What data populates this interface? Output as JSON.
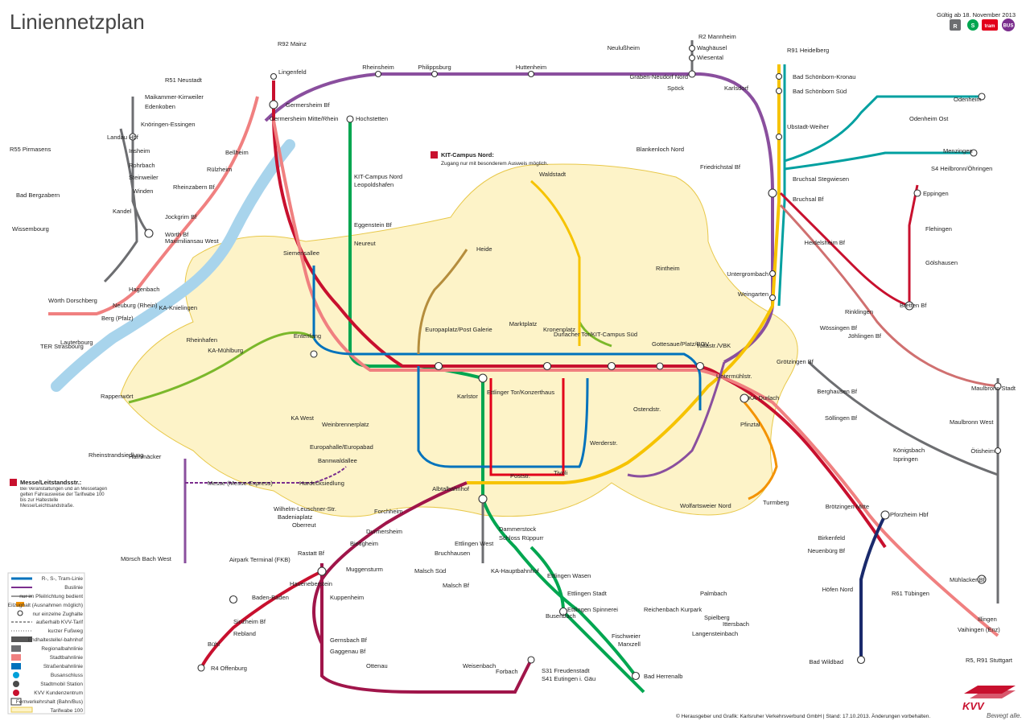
{
  "title": "Liniennetzplan",
  "valid_from": "Gültig ab 18. November 2013",
  "mode_badges": [
    {
      "label": "R",
      "color": "#6d6e71"
    },
    {
      "label": "S",
      "color": "#00a650"
    },
    {
      "label": "tram",
      "color": "#e2001a"
    },
    {
      "label": "BUS",
      "color": "#7b2e8e"
    }
  ],
  "line_colors": {
    "S1": "#00a650",
    "S11": "#00a650",
    "S2": "#8a4f9e",
    "S3": "#f6c300",
    "S31": "#00a0a0",
    "S32": "#00a0a0",
    "S33": "#8a4f9e",
    "S4": "#c8102e",
    "S41": "#c8102e",
    "S5": "#f08080",
    "S51": "#f08080",
    "S52": "#f08080",
    "S6": "#1a2a6c",
    "tram": "#0072bc",
    "R": "#6d6e71",
    "tram2": "#0072bc",
    "tram3": "#b58d3d",
    "tram4": "#f6c300",
    "tram5": "#00a3d9",
    "tram6": "#7bb82b",
    "tram8": "#f39200"
  },
  "map_labels": [
    {
      "id": "wagh",
      "text": "Waghäusel"
    },
    {
      "id": "wies",
      "text": "Wiesental"
    },
    {
      "id": "grab",
      "text": "Graben-Neudorf Nord"
    },
    {
      "id": "phil",
      "text": "Philippsburg"
    },
    {
      "id": "rhsh",
      "text": "Rheinsheim"
    },
    {
      "id": "hutt",
      "text": "Huttenheim"
    },
    {
      "id": "spock",
      "text": "Spöck"
    },
    {
      "id": "kar",
      "text": "Karlsdorf"
    },
    {
      "id": "bruchsal",
      "text": "Bruchsal Bf"
    },
    {
      "id": "germ",
      "text": "Germersheim Bf"
    },
    {
      "id": "germm",
      "text": "Germersheim Mitte/Rhein"
    },
    {
      "id": "lingen",
      "text": "Lingenfeld"
    },
    {
      "id": "landau",
      "text": "Landau Hbf"
    },
    {
      "id": "worth",
      "text": "Wörth Bf"
    },
    {
      "id": "lauter",
      "text": "Lauterbourg"
    },
    {
      "id": "wiss",
      "text": "Wissembourg"
    },
    {
      "id": "hochst",
      "text": "Hochstetten"
    },
    {
      "id": "kit",
      "text": "KIT-Campus Nord"
    },
    {
      "id": "neureut",
      "text": "Neureut"
    },
    {
      "id": "kahbf",
      "text": "KA-Hauptbahnhof"
    },
    {
      "id": "kadur",
      "text": "KA-Durlach"
    },
    {
      "id": "ettl",
      "text": "Ettlingen Stadt"
    },
    {
      "id": "rastatt",
      "text": "Rastatt Bf"
    },
    {
      "id": "badenb",
      "text": "Baden-Baden"
    },
    {
      "id": "pforz",
      "text": "Pforzheim Hbf"
    },
    {
      "id": "muhl",
      "text": "Mühlacker Bf"
    },
    {
      "id": "bretten",
      "text": "Bretten Bf"
    },
    {
      "id": "eppingen",
      "text": "Eppingen"
    },
    {
      "id": "menz",
      "text": "Menzingen"
    },
    {
      "id": "oden",
      "text": "Odenheim"
    },
    {
      "id": "bschk",
      "text": "Bad Schönborn-Kronau"
    },
    {
      "id": "bschs",
      "text": "Bad Schönborn Süd"
    },
    {
      "id": "ubst",
      "text": "Ubstadt-Weiher"
    },
    {
      "id": "bruchsg",
      "text": "Bruchsal Stegwiesen"
    },
    {
      "id": "weing",
      "text": "Weingarten"
    },
    {
      "id": "unterg",
      "text": "Untergrombach"
    },
    {
      "id": "marktp",
      "text": "Marktplatz"
    },
    {
      "id": "europa",
      "text": "Europaplatz/Post Galerie"
    },
    {
      "id": "kronen",
      "text": "Kronenplatz"
    },
    {
      "id": "durltor",
      "text": "Durlacher Tor/KIT-Campus Süd"
    },
    {
      "id": "gottes",
      "text": "Gottesaue/Platz/BGV"
    },
    {
      "id": "tulla",
      "text": "Tullastr./VBK"
    },
    {
      "id": "entenfang",
      "text": "Entenfang"
    },
    {
      "id": "kamuhl",
      "text": "KA-Mühlburg"
    },
    {
      "id": "kawest",
      "text": "KA West"
    },
    {
      "id": "kaknie",
      "text": "KA-Knielingen"
    },
    {
      "id": "rhein",
      "text": "Rheinhafen"
    },
    {
      "id": "karlstor",
      "text": "Karlstor"
    },
    {
      "id": "ettltor",
      "text": "Ettlinger Tor/Konzerthaus"
    },
    {
      "id": "albtal",
      "text": "Albtalbahnhof"
    },
    {
      "id": "poststr",
      "text": "Poststr."
    },
    {
      "id": "tivoli",
      "text": "Tivoli"
    },
    {
      "id": "werder",
      "text": "Werderstr."
    },
    {
      "id": "ostendstr",
      "text": "Ostendstr."
    },
    {
      "id": "rintheim",
      "text": "Rintheim"
    },
    {
      "id": "waldstadt",
      "text": "Waldstadt"
    },
    {
      "id": "heide",
      "text": "Heide"
    },
    {
      "id": "siemens",
      "text": "Siemensallee"
    },
    {
      "id": "rheinstr",
      "text": "Rheinstrandsiedlung"
    },
    {
      "id": "messe",
      "text": "Messe (Messe-Express)"
    },
    {
      "id": "oberr",
      "text": "Oberreut"
    },
    {
      "id": "wolfarts",
      "text": "Wolfartsweier Nord"
    },
    {
      "id": "turmberg",
      "text": "Turmberg"
    },
    {
      "id": "bietigheim",
      "text": "Bietigheim"
    },
    {
      "id": "durmersheim",
      "text": "Durmersheim"
    },
    {
      "id": "malsch",
      "text": "Malsch Bf"
    },
    {
      "id": "forchheim",
      "text": "Forchheim"
    },
    {
      "id": "busenbach",
      "text": "Busenbach"
    },
    {
      "id": "badherrenalb",
      "text": "Bad Herrenalb"
    },
    {
      "id": "ittersbach",
      "text": "Ittersbach"
    },
    {
      "id": "forbach",
      "text": "Forbach"
    },
    {
      "id": "freudenstadt",
      "text": "S31 Freudenstadt"
    },
    {
      "id": "freud2",
      "text": "S41 Eutingen i. Gäu"
    },
    {
      "id": "buhl",
      "text": "Bühl"
    },
    {
      "id": "sinzheim",
      "text": "Sinzheim Bf"
    },
    {
      "id": "rebland",
      "text": "Rebland"
    },
    {
      "id": "haueneb",
      "text": "Haueneberstein"
    },
    {
      "id": "airpark",
      "text": "Airpark Terminal (FKB)"
    },
    {
      "id": "badwildbad",
      "text": "Bad Wildbad"
    },
    {
      "id": "hofen",
      "text": "Höfen Nord"
    },
    {
      "id": "neuenburg",
      "text": "Neuenbürg Bf"
    },
    {
      "id": "bir",
      "text": "Birkenfeld"
    },
    {
      "id": "brotz",
      "text": "Brötzingen Mitte"
    },
    {
      "id": "ittersb2",
      "text": "Ispringen"
    },
    {
      "id": "konigs",
      "text": "Königsbach"
    },
    {
      "id": "sollingen",
      "text": "Söllingen Bf"
    },
    {
      "id": "grotzingen",
      "text": "Grötzingen Bf"
    },
    {
      "id": "berghausen",
      "text": "Berghausen Bf"
    },
    {
      "id": "wossingen",
      "text": "Wössingen Bf"
    },
    {
      "id": "jol",
      "text": "Jöhlingen Bf"
    },
    {
      "id": "otisheim",
      "text": "Ötisheim"
    },
    {
      "id": "maulbronn",
      "text": "Maulbronn Stadt"
    },
    {
      "id": "maulbronnw",
      "text": "Maulbronn West"
    },
    {
      "id": "goels",
      "text": "Gölshausen"
    },
    {
      "id": "flehingen",
      "text": "Flehingen"
    },
    {
      "id": "illingen",
      "text": "Illingen"
    },
    {
      "id": "vaihingen",
      "text": "Vaihingen (Enz)"
    },
    {
      "id": "neulust",
      "text": "Neulußheim"
    },
    {
      "id": "rinklingen",
      "text": "Rinklingen"
    },
    {
      "id": "heidelsheim",
      "text": "Heidelsheim Bf"
    },
    {
      "id": "menz2",
      "text": "Odenheim Ost"
    },
    {
      "id": "bhfnord",
      "text": "Blankenloch Nord"
    },
    {
      "id": "friedrichstal",
      "text": "Friedrichstal Bf"
    },
    {
      "id": "leopold",
      "text": "Leopoldshafen"
    },
    {
      "id": "eggenstein",
      "text": "Eggenstein Bf"
    },
    {
      "id": "maximil",
      "text": "Maximiliansau West"
    },
    {
      "id": "kandel",
      "text": "Kandel"
    },
    {
      "id": "winden",
      "text": "Winden"
    },
    {
      "id": "bellheim",
      "text": "Bellheim"
    },
    {
      "id": "rulzheim",
      "text": "Rülzheim"
    },
    {
      "id": "rheinzabern",
      "text": "Rheinzabern Bf"
    },
    {
      "id": "jockgrim",
      "text": "Jockgrim Bf"
    },
    {
      "id": "hagenbach",
      "text": "Hagenbach"
    },
    {
      "id": "neuburg",
      "text": "Neuburg (Rhein)"
    },
    {
      "id": "berg",
      "text": "Berg (Pfalz)"
    },
    {
      "id": "edenk",
      "text": "Edenkoben"
    },
    {
      "id": "knoring",
      "text": "Knöringen-Essingen"
    },
    {
      "id": "insheim",
      "text": "Insheim"
    },
    {
      "id": "rohrbach",
      "text": "Rohrbach"
    },
    {
      "id": "steinweiler",
      "text": "Steinweiler"
    },
    {
      "id": "bellr",
      "text": "Maikammer-Kirrweiler"
    },
    {
      "id": "badbergz",
      "text": "Bad Bergzabern"
    },
    {
      "id": "worthdorsch",
      "text": "Wörth Dorschberg"
    },
    {
      "id": "hammack",
      "text": "Hammäcker"
    },
    {
      "id": "morsch",
      "text": "Mörsch Bach West"
    },
    {
      "id": "rappenw",
      "text": "Rappenwört"
    },
    {
      "id": "weinbr",
      "text": "Weinbrennerplatz"
    },
    {
      "id": "europah",
      "text": "Europahalle/Europabad"
    },
    {
      "id": "bannwald",
      "text": "Bannwaldallee"
    },
    {
      "id": "hardeck",
      "text": "Hardecksiedlung"
    },
    {
      "id": "wilhelm",
      "text": "Wilhelm-Leuschner-Str."
    },
    {
      "id": "badenia",
      "text": "Badeniaplatz"
    },
    {
      "id": "dammers",
      "text": "Dammerstock"
    },
    {
      "id": "ruppurr",
      "text": "Schloss Rüppurr"
    },
    {
      "id": "ettlwest",
      "text": "Ettlingen West"
    },
    {
      "id": "bruchhausen",
      "text": "Bruchhausen"
    },
    {
      "id": "muggens",
      "text": "Muggensturm"
    },
    {
      "id": "malschsud",
      "text": "Malsch Süd"
    },
    {
      "id": "kuppenheim",
      "text": "Kuppenheim"
    },
    {
      "id": "gernsbach",
      "text": "Gernsbach Bf"
    },
    {
      "id": "weisenbach",
      "text": "Weisenbach"
    },
    {
      "id": "gaggenau",
      "text": "Gaggenau Bf"
    },
    {
      "id": "ottenau",
      "text": "Ottenau"
    },
    {
      "id": "marxzell",
      "text": "Marxzell"
    },
    {
      "id": "fischweier",
      "text": "Fischweier"
    },
    {
      "id": "spielberg",
      "text": "Spielberg"
    },
    {
      "id": "langen",
      "text": "Langensteinbach"
    },
    {
      "id": "reichenbach",
      "text": "Reichenbach Kurpark"
    },
    {
      "id": "spinnerei",
      "text": "Ettlingen Spinnerei"
    },
    {
      "id": "wattkopf",
      "text": "Ettlingen Wasen"
    },
    {
      "id": "grunwettersbach",
      "text": "Palmbach"
    },
    {
      "id": "weiher",
      "text": "Untermühlstr."
    },
    {
      "id": "pfinz",
      "text": "Pfinztal"
    },
    {
      "id": "mannheim",
      "text": "R2 Mannheim"
    },
    {
      "id": "heidelberg",
      "text": "R91 Heidelberg"
    },
    {
      "id": "neustadt",
      "text": "R51 Neustadt"
    },
    {
      "id": "mainz",
      "text": "R92 Mainz"
    },
    {
      "id": "pirmasens",
      "text": "R55 Pirmasens"
    },
    {
      "id": "strasb",
      "text": "TER Strasbourg"
    },
    {
      "id": "offenburg",
      "text": "R4 Offenburg"
    },
    {
      "id": "tubingen",
      "text": "R61 Tübingen"
    },
    {
      "id": "stuttgart",
      "text": "R5, R91 Stuttgart"
    },
    {
      "id": "heilbronn",
      "text": "S4 Heilbronn/Öhringen"
    }
  ],
  "notice_kit": {
    "title": "KIT-Campus Nord:",
    "text": "Zugang nur mit besonderem Ausweis möglich."
  },
  "notice_messe": {
    "title": "Messe/Leitstandsstr.:",
    "text": "Bei Veranstaltungen und an Messetagen gelten Fahrausweise der Tarifwabe 100 bis zur Haltestelle Messe/Leichtsandstraße."
  },
  "legend": [
    {
      "label": "R-, S-, Tram-Linie"
    },
    {
      "label": "Buslinie"
    },
    {
      "label": "nur im Pfeilrichtung bedient"
    },
    {
      "label": "Eilzughalt (Ausnahmen möglich)"
    },
    {
      "label": "nur einzelne Zughalte"
    },
    {
      "label": "außerhalb KVV-Tarif"
    },
    {
      "label": "kurzer Fußweg"
    },
    {
      "label": "Endhaltestelle/-bahnhof"
    },
    {
      "label": "Regionalbahnlinie"
    },
    {
      "label": "Stadtbahnlinie"
    },
    {
      "label": "Straßenbahnlinie"
    },
    {
      "label": "Busanschluss"
    },
    {
      "label": "Stadtmobil Station"
    },
    {
      "label": "KVV Kundenzentrum"
    },
    {
      "label": "Fernverkehrshalt (Bahn/Bus)"
    },
    {
      "label": "Tarifwabe 100"
    }
  ],
  "footer": "© Herausgeber und Grafik: Karlsruher Verkehrsverbund GmbH | Stand: 17.10.2013. Änderungen vorbehalten.",
  "brand": {
    "name": "KVV",
    "slogan": "Bewegt alle.",
    "color": "#c8102e"
  }
}
